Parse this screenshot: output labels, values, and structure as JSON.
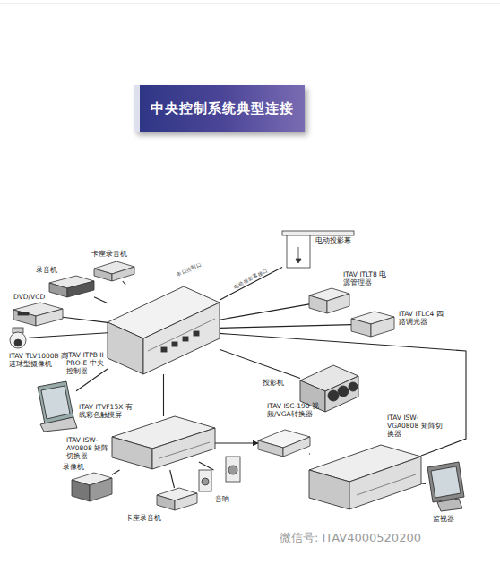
{
  "diagram": {
    "title": "中央控制系统典型连接",
    "nodes": [
      {
        "text": [
          "卡座录音机"
        ]
      },
      {
        "text": [
          "录音机"
        ]
      },
      {
        "text": [
          "DVD/VCD"
        ]
      },
      {
        "text": [
          "ITAV TLV1000B 高速球型摄像机"
        ]
      },
      {
        "text": [
          "ITAV ITPB II PRO-E 中央控制器"
        ]
      },
      {
        "text": [
          "电动投影幕"
        ]
      },
      {
        "text": [
          "ITAV ITLT8 电源管理器"
        ]
      },
      {
        "text": [
          "ITAV ITLC4 四路调光器"
        ]
      },
      {
        "text": [
          "投影机"
        ]
      },
      {
        "text": [
          "ITAV ITVF15X 有线彩色触摸屏"
        ]
      },
      {
        "text": [
          "ITAV ISW-AV0808 矩阵切换器"
        ]
      },
      {
        "text": [
          "ITAV ISC-190 视频/VGA转换器"
        ]
      },
      {
        "text": [
          "ITAV ISW-VGA0808 矩阵切换器"
        ]
      },
      {
        "text": [
          "录像机"
        ]
      },
      {
        "text": [
          "音响"
        ]
      },
      {
        "text": [
          "卡座录音机"
        ]
      },
      {
        "text": [
          "监视器"
        ]
      }
    ],
    "edges": [
      {
        "from": 0,
        "to": 4,
        "arrow": "none"
      },
      {
        "from": 1,
        "to": 4,
        "arrow": "none"
      },
      {
        "from": 2,
        "to": 4,
        "arrow": "none"
      },
      {
        "from": 3,
        "to": 4,
        "arrow": "none"
      },
      {
        "from": 4,
        "to": 5,
        "label": "电动投影幕接口",
        "arrow": "none"
      },
      {
        "from": 4,
        "to": 6,
        "arrow": "none"
      },
      {
        "from": 4,
        "to": 7,
        "arrow": "none"
      },
      {
        "from": 4,
        "to": 8,
        "arrow": "none"
      },
      {
        "from": 4,
        "to": 9,
        "arrow": "none"
      },
      {
        "from": 4,
        "to": 10,
        "arrow": "none"
      },
      {
        "from": 10,
        "to": 11,
        "arrow": "to"
      },
      {
        "from": 4,
        "to": 12,
        "arrow": "none"
      },
      {
        "from": 11,
        "to": 12,
        "arrow": "none"
      },
      {
        "from": 12,
        "to": 16,
        "arrow": "none"
      },
      {
        "from": 10,
        "to": 13,
        "arrow": "none"
      },
      {
        "from": 10,
        "to": 14,
        "arrow": "none"
      },
      {
        "from": 10,
        "to": 15,
        "arrow": "none"
      }
    ],
    "labels": [
      "串口控制口",
      "微信号: ITAV4000520200"
    ]
  }
}
